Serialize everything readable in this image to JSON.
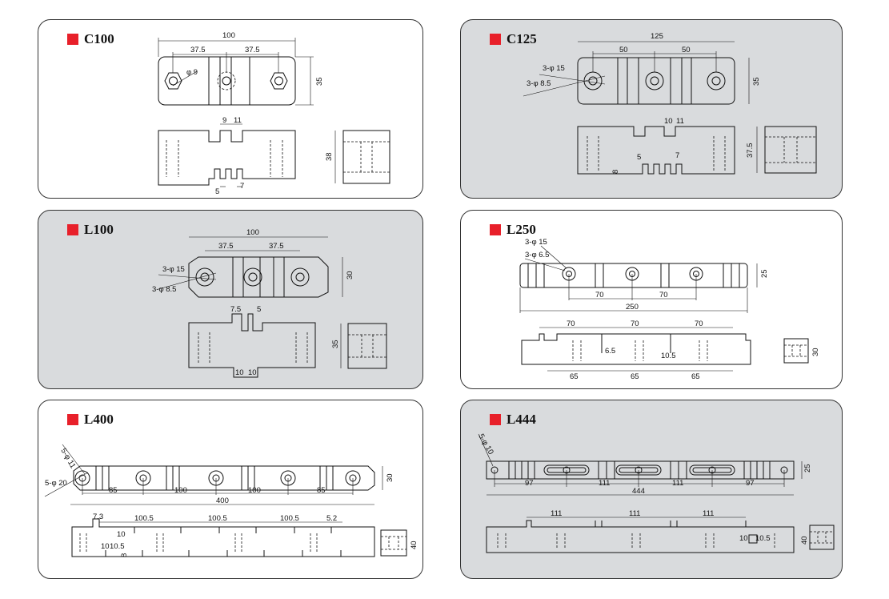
{
  "accent_color": "#e8202a",
  "panels": {
    "c100": {
      "title": "C100",
      "dims": {
        "total": "100",
        "a": "37.5",
        "b": "37.5",
        "height": "35",
        "hole": "φ 9",
        "sideh": "38",
        "notch1": "9",
        "notch2": "11",
        "slot1": "5",
        "slot2": "7"
      }
    },
    "c125": {
      "title": "C125",
      "dims": {
        "total": "125",
        "a": "50",
        "b": "50",
        "height": "35",
        "hole1": "3-φ 15",
        "hole2": "3-φ 8.5",
        "notch1": "10",
        "notch2": "11",
        "slot1": "5",
        "slot2": "7",
        "slot3": "8",
        "sideh": "37.5"
      }
    },
    "l100": {
      "title": "L100",
      "dims": {
        "total": "100",
        "a": "37.5",
        "b": "37.5",
        "height": "30",
        "hole1": "3-φ 15",
        "hole2": "3-φ 8.5",
        "t1": "7.5",
        "t2": "5",
        "b1": "10",
        "b2": "10",
        "sideh": "35"
      }
    },
    "l250": {
      "title": "L250",
      "dims": {
        "hole1": "3-φ 15",
        "hole2": "3-φ 6.5",
        "height": "25",
        "p1": "70",
        "p2": "70",
        "total": "250",
        "t1": "70",
        "t2": "70",
        "t3": "70",
        "m1": "6.5",
        "m2": "10.5",
        "b1": "65",
        "b2": "65",
        "b3": "65",
        "sideh": "30"
      }
    },
    "l400": {
      "title": "L400",
      "dims": {
        "hole1": "5-φ 11",
        "hole2": "5-φ 20",
        "height": "30",
        "p1": "85",
        "p2": "100",
        "p3": "100",
        "p4": "85",
        "total": "400",
        "t0": "7.3",
        "t1": "100.5",
        "t2": "100.5",
        "t3": "100.5",
        "t4": "5.2",
        "m1": "10",
        "m2": "10.5",
        "m3": "8",
        "m4": "10",
        "sideh": "40"
      }
    },
    "l444": {
      "title": "L444",
      "dims": {
        "hole": "5-φ 10",
        "height": "25",
        "p1": "97",
        "p2": "111",
        "p3": "111",
        "p4": "97",
        "total": "444",
        "t1": "111",
        "t2": "111",
        "t3": "111",
        "m1": "10",
        "m2": "10.5",
        "sideh": "40"
      }
    }
  }
}
